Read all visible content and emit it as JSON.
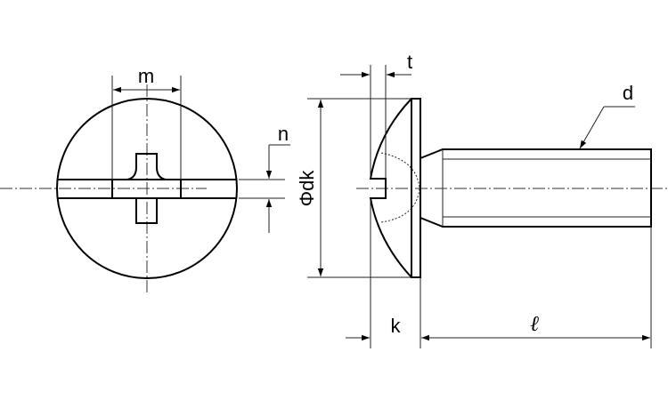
{
  "labels": {
    "m": "m",
    "n": "n",
    "t": "t",
    "dk": "Φdk",
    "d": "d",
    "k": "k",
    "l": "ℓ"
  }
}
